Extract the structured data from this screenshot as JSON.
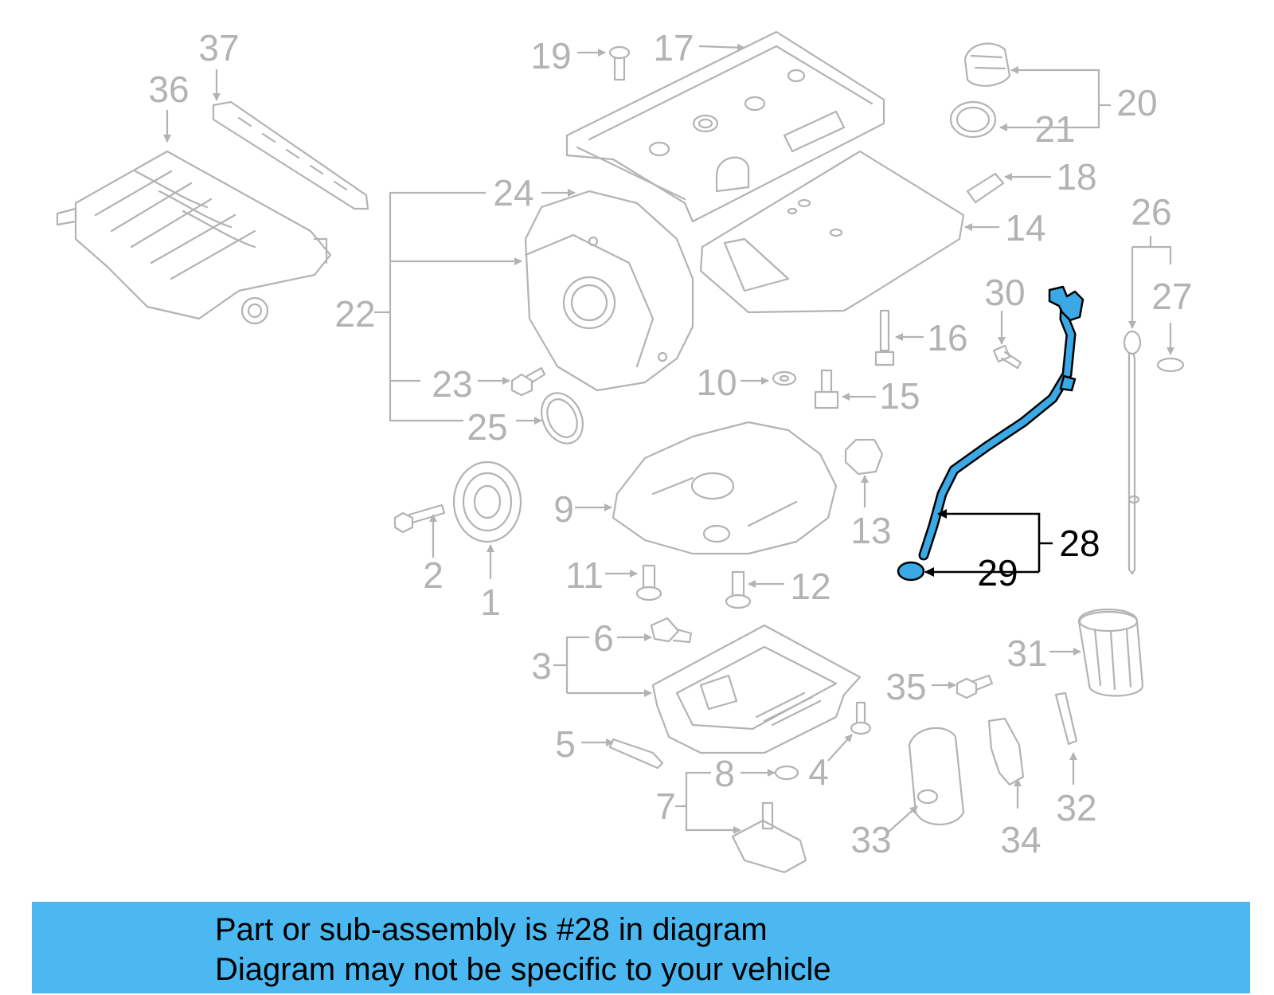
{
  "colors": {
    "banner": "#4cb8f1",
    "highlight_part": "#3aa9e6",
    "muted_parts": "#b3b3b3",
    "highlight_text": "#000000"
  },
  "callouts": {
    "n1": "1",
    "n2": "2",
    "n3": "3",
    "n4": "4",
    "n5": "5",
    "n6": "6",
    "n7": "7",
    "n8": "8",
    "n9": "9",
    "n10": "10",
    "n11": "11",
    "n12": "12",
    "n13": "13",
    "n14": "14",
    "n15": "15",
    "n16": "16",
    "n17": "17",
    "n18": "18",
    "n19": "19",
    "n20": "20",
    "n21": "21",
    "n22": "22",
    "n23": "23",
    "n24": "24",
    "n25": "25",
    "n26": "26",
    "n27": "27",
    "n28": "28",
    "n29": "29",
    "n30": "30",
    "n31": "31",
    "n32": "32",
    "n33": "33",
    "n34": "34",
    "n35": "35",
    "n36": "36",
    "n37": "37"
  },
  "highlighted_part": "28",
  "caption": {
    "line1": "Part or sub-assembly is #28 in diagram",
    "line2": "Diagram may not be specific to your vehicle"
  }
}
